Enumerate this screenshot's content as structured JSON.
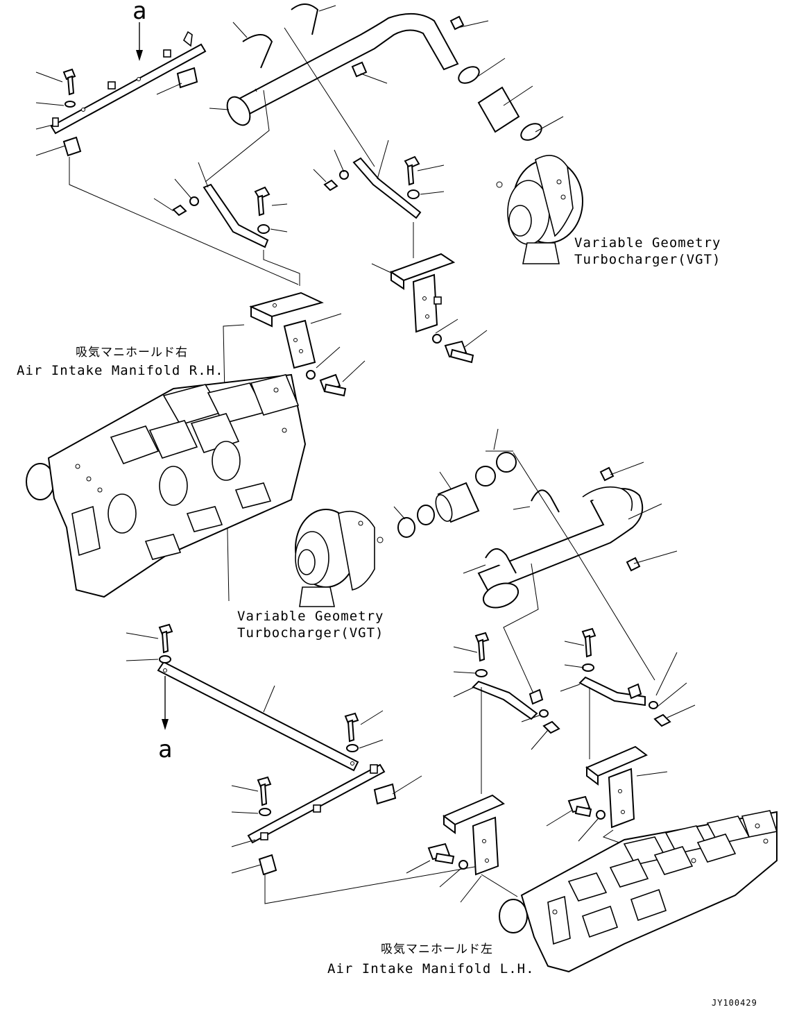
{
  "labels": {
    "vgt_top": {
      "line1": "Variable Geometry",
      "line2": "Turbocharger(VGT)"
    },
    "manifold_rh": {
      "jp": "吸気マニホールド右",
      "en": "Air Intake Manifold R.H."
    },
    "vgt_mid": {
      "line1": "Variable Geometry",
      "line2": "Turbocharger(VGT)"
    },
    "manifold_lh": {
      "jp": "吸気マニホールド左",
      "en": "Air Intake Manifold L.H."
    },
    "ref_top": "a",
    "ref_bottom": "a",
    "drawing_code": "JY100429"
  }
}
